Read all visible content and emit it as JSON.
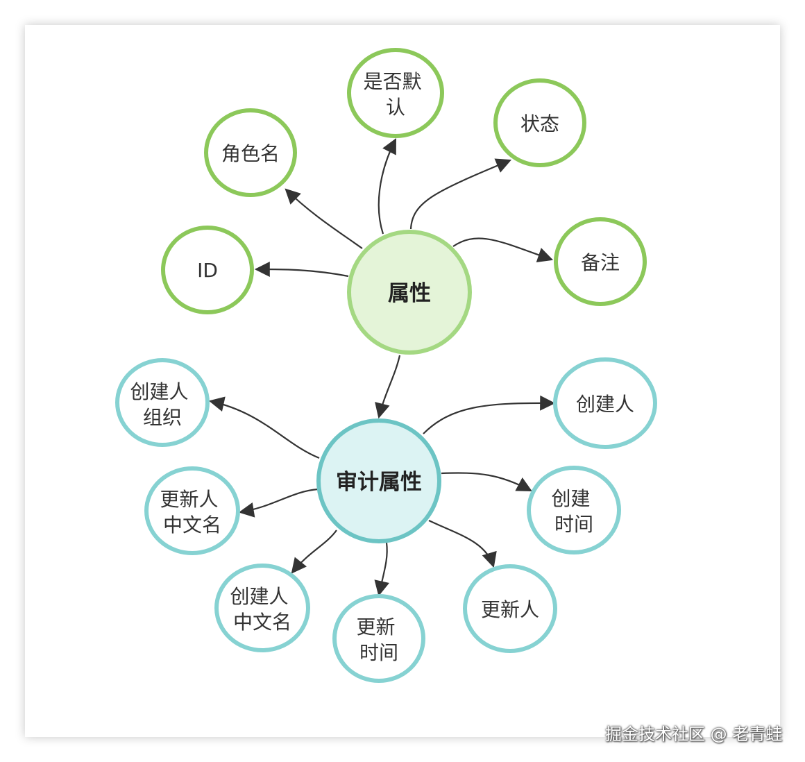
{
  "colors": {
    "green_stroke": "#8cc85a",
    "green_center_fill": "#e4f4d8",
    "green_center_stroke": "#a4d882",
    "teal_stroke": "#86d2d2",
    "teal_center_fill": "#dcf3f3",
    "teal_center_stroke": "#6cc4c4",
    "edge": "#333333"
  },
  "center_attributes": {
    "lines": [
      "属性"
    ]
  },
  "center_audit": {
    "lines": [
      "审计属性"
    ]
  },
  "attr_nodes": {
    "id": [
      "ID"
    ],
    "role_name": [
      "角色名"
    ],
    "is_default": [
      "是否默",
      "认"
    ],
    "status": [
      "状态"
    ],
    "remark": [
      "备注"
    ]
  },
  "audit_nodes": {
    "creator_org": [
      "创建人",
      "组织"
    ],
    "creator": [
      "创建人"
    ],
    "updater_cn_name": [
      "更新人",
      "中文名"
    ],
    "create_time": [
      "创建",
      "时间"
    ],
    "creator_cn_name": [
      "创建人",
      "中文名"
    ],
    "update_time": [
      "更新",
      "时间"
    ],
    "updater": [
      "更新人"
    ]
  },
  "watermark": "掘金技术社区 @ 老青蛙"
}
